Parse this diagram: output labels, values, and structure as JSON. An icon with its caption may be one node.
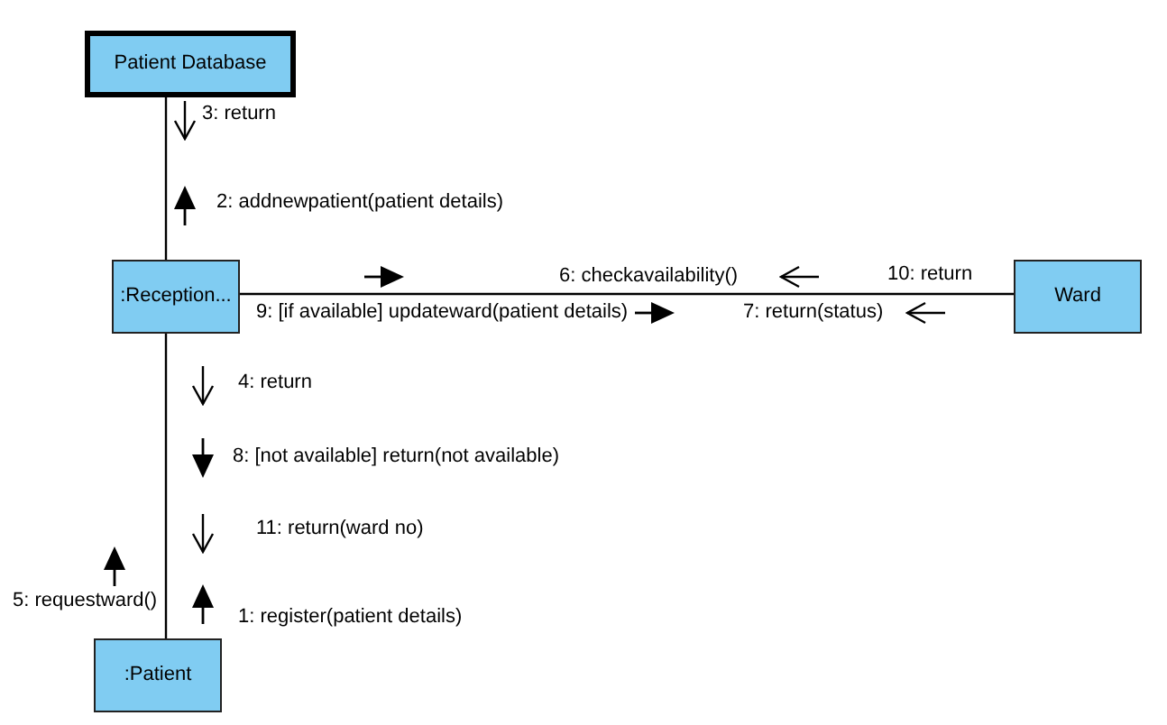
{
  "diagram": {
    "nodes": [
      {
        "text": [
          "Patient Database"
        ]
      },
      {
        "text": [
          ":Reception..."
        ]
      },
      {
        "text": [
          "Ward"
        ]
      },
      {
        "text": [
          ":Patient"
        ]
      }
    ],
    "edges": [
      {
        "from": 0,
        "to": 1,
        "arrow": "none"
      },
      {
        "from": 1,
        "to": 2,
        "arrow": "none"
      },
      {
        "from": 1,
        "to": 3,
        "arrow": "none"
      }
    ],
    "labels": [
      "3: return",
      "2: addnewpatient(patient details)",
      "6: checkavailability()",
      "10: return",
      "9: [if available] updateward(patient details)",
      "7: return(status)",
      "4: return",
      "8: [not available] return(not available)",
      "11: return(ward no)",
      "5: requestward()",
      "1: register(patient details)"
    ]
  }
}
